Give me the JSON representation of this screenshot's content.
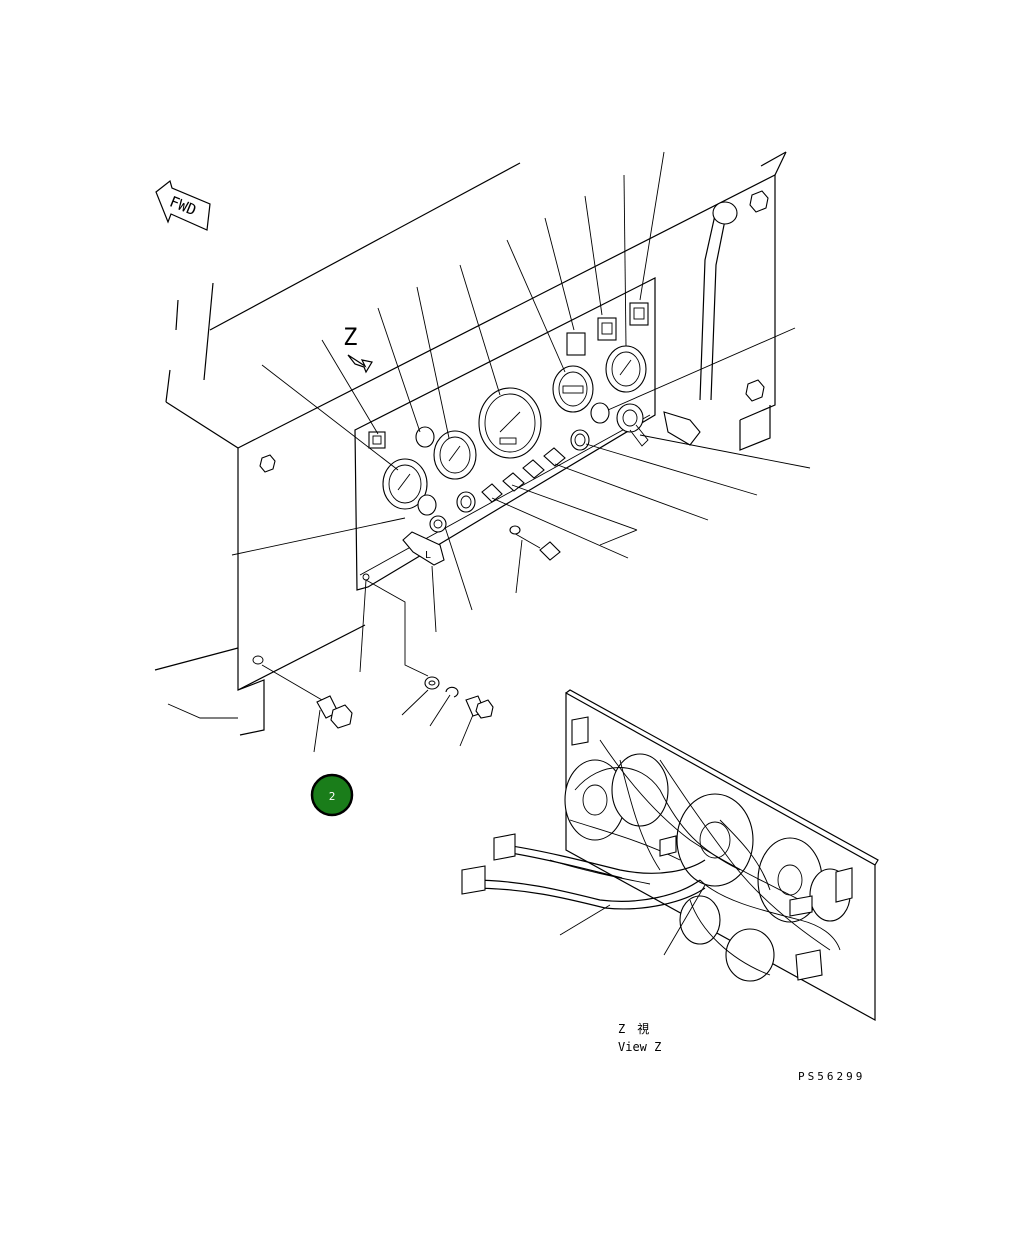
{
  "diagram": {
    "fwd_label": "FWD",
    "view_marker": "Z",
    "view_caption_jp": "Z　視",
    "view_caption_en": "View Z",
    "drawing_number": "PS56299"
  },
  "callouts": [
    {
      "label": "2",
      "color": "#1a7d1a"
    }
  ],
  "colors": {
    "callout_fill": "#1a7d1a",
    "callout_ring": "#000000",
    "line": "#000000"
  }
}
